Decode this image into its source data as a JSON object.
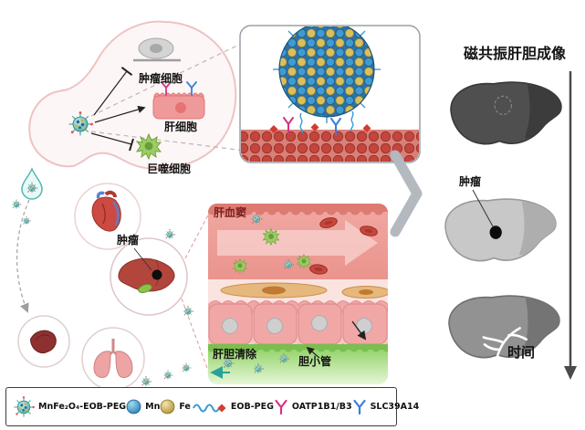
{
  "inoculum": {
    "tumor_cell_label": "肿瘤细胞",
    "hepatocyte_label": "肝细胞",
    "macrophage_label": "巨噬细胞"
  },
  "body_map": {
    "tumor_label": "肿瘤"
  },
  "sinusoid": {
    "title": "肝血窦",
    "clearance_label": "肝胆清除",
    "bile_canaliculus_label": "胆小管"
  },
  "mri": {
    "title": "磁共振肝胆成像",
    "tumor_label": "肿瘤",
    "time_label": "时间"
  },
  "legend": {
    "items": [
      {
        "icon": "nanoparticle-icon",
        "label": "MnFe₂O₄-EOB-PEG"
      },
      {
        "icon": "mn-sphere-icon",
        "label": "Mn"
      },
      {
        "icon": "fe-sphere-icon",
        "label": "Fe"
      },
      {
        "icon": "peg-chain-icon",
        "label": "EOB-PEG"
      },
      {
        "icon": "oatp-receptor-icon",
        "label": "OATP1B1/B3"
      },
      {
        "icon": "slc-receptor-icon",
        "label": "SLC39A14"
      }
    ]
  },
  "colors": {
    "particle_teal": "#3f9e97",
    "oatp_magenta": "#d63384",
    "slc_blue": "#3a7fd5",
    "sinusoid_red": "#e99690",
    "bile_green": "#8ace5e",
    "liver_dark": "#4f4f4f",
    "liver_light": "#c8c8c8",
    "liver_mid": "#929292"
  }
}
